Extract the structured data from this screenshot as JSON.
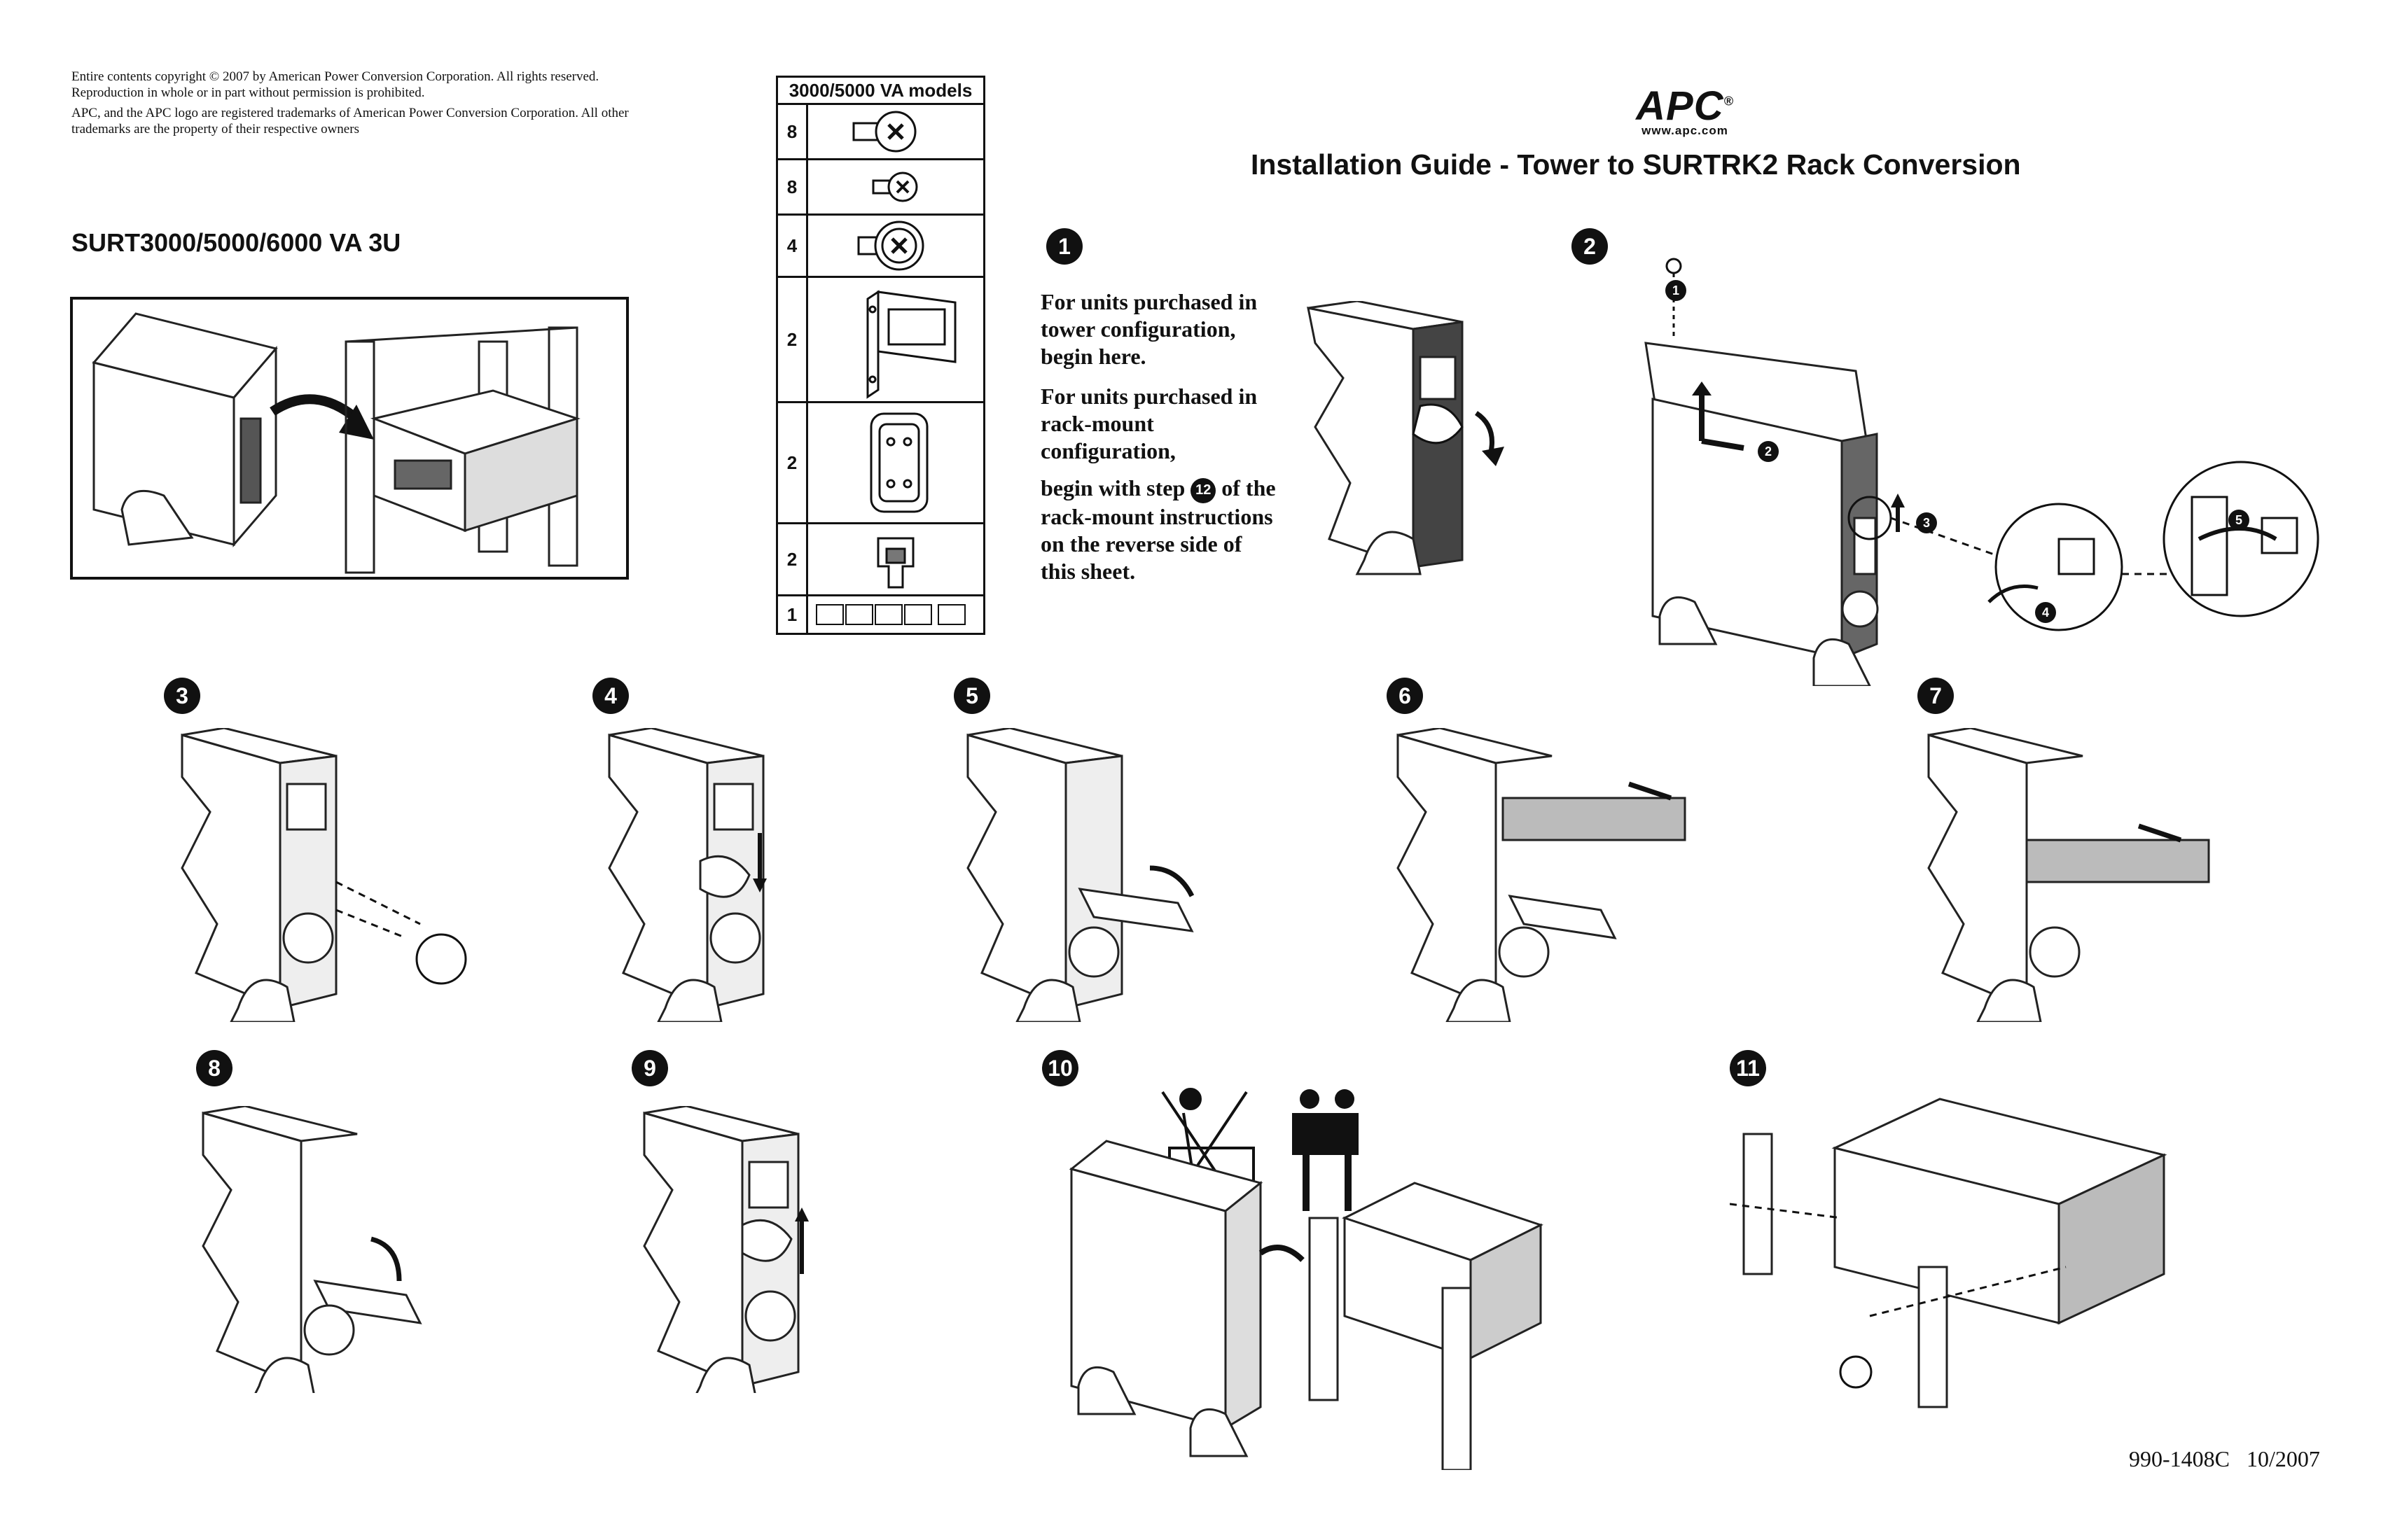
{
  "legal": {
    "line1": "Entire contents copyright © 2007 by American Power Conversion Corporation. All rights reserved.",
    "line2": "Reproduction in whole or in part without permission is prohibited.",
    "line3": "APC, and the APC logo are registered trademarks of American Power Conversion Corporation. All other",
    "line4": "trademarks are the property of their respective owners"
  },
  "model_heading": "SURT3000/5000/6000 VA 3U",
  "parts_table": {
    "title": "3000/5000 VA models",
    "rows": [
      {
        "qty": "8",
        "item": "large-screw"
      },
      {
        "qty": "8",
        "item": "small-screw"
      },
      {
        "qty": "4",
        "item": "washer-screw"
      },
      {
        "qty": "2",
        "item": "rack-bracket"
      },
      {
        "qty": "2",
        "item": "plate"
      },
      {
        "qty": "2",
        "item": "clip"
      },
      {
        "qty": "1",
        "item": "label-strip"
      }
    ]
  },
  "brand": {
    "logo": "APC",
    "registered": "®",
    "url": "www.apc.com"
  },
  "title": "Installation Guide - Tower to SURTRK2 Rack Conversion",
  "intro": {
    "tower_line1": "For units purchased in",
    "tower_line2": "tower configuration,",
    "tower_line3": "begin here.",
    "rack_line1": "For units purchased in",
    "rack_line2": "rack-mount",
    "rack_line3": "configuration,",
    "rack_line4a": "begin with step",
    "rack_step": "12",
    "rack_line4b": "of the",
    "rack_line5": "rack-mount instructions",
    "rack_line6": "on the reverse side of",
    "rack_line7": "this sheet."
  },
  "steps": [
    "1",
    "2",
    "3",
    "4",
    "5",
    "6",
    "7",
    "8",
    "9",
    "10",
    "11"
  ],
  "step2_callouts": [
    "1",
    "2",
    "3",
    "4",
    "5"
  ],
  "doc_number": "990-1408C",
  "doc_date": "10/2007"
}
